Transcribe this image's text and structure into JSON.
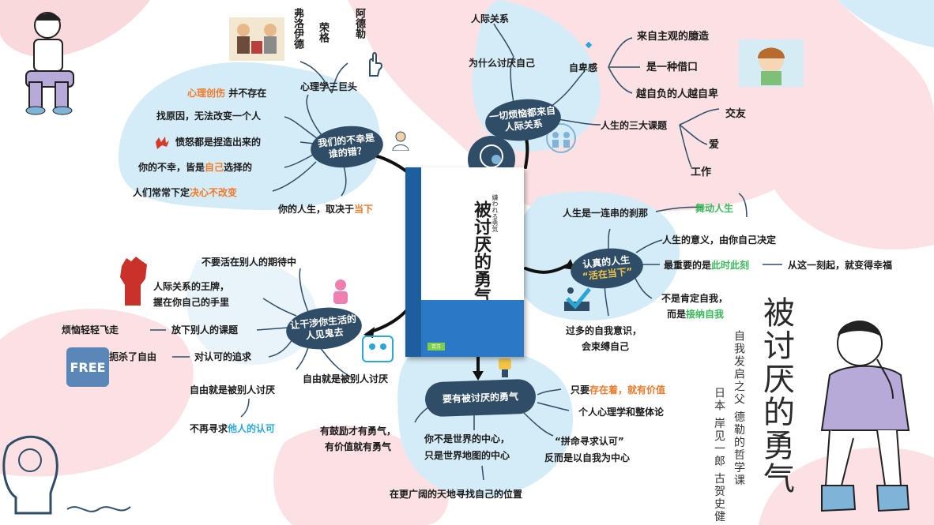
{
  "title": {
    "main": "被讨厌的勇气",
    "subtitle": "自我发启之父 德勒的哲学课",
    "authors": "日本 岸见一郎 古贺史健"
  },
  "book_cover": {
    "title_jp": "嫌われる勇気",
    "title_cn": "被讨厌的勇气",
    "badge": "百万"
  },
  "top_left": {
    "hub": "我们的不幸是谁的错？",
    "names": [
      "弗洛伊德",
      "荣格",
      "阿德勒"
    ],
    "trio": "心理学三巨头",
    "items": {
      "trauma_pre": "心理创伤",
      "trauma_post": " 并不存在",
      "cause": "找原因，无法改变一个人",
      "anger": "愤怒都是捏造出来的",
      "unhappy_pre": "你的不幸，皆是",
      "unhappy_hl": "自己",
      "unhappy_post": "选择的",
      "decide_pre": "人们常常下定",
      "decide_hl1": "决心",
      "decide_hl2": "不改变",
      "life_pre": "你的人生，取决于",
      "life_hl": "当下"
    }
  },
  "top_right": {
    "hub": "一切烦恼都来自人际关系",
    "items": {
      "rel": "人际关系",
      "why": "为什么讨厌自己",
      "inferiority": "自卑感",
      "subjective": "来自主观的臆造",
      "excuse": "是一种借口",
      "proud": "越自负的人越自卑",
      "tasks": "人生的三大课题",
      "friend": "交友",
      "love": "爱",
      "work": "工作"
    }
  },
  "mid_right": {
    "hub_line1": "认真的人生",
    "hub_line2": "“活在当下”",
    "items": {
      "chain": "人生是一连串的刹那",
      "dance": "舞动人生",
      "meaning": "人生的意义，由你自己决定",
      "most_pre": "最重要的是",
      "most_hl": "此时此刻",
      "change": "从这一刻起，就变得幸福",
      "accept_1": "不是肯定自我，",
      "accept_2_pre": "而是",
      "accept_2_hl": "接纳自我",
      "self_1": "过多的自我意识，",
      "self_2": "会束缚自己"
    }
  },
  "left": {
    "hub": "让干涉你生活的人见鬼去",
    "items": {
      "expect": "不要活在别人的期待中",
      "trump_1": "人际关系的王牌，",
      "trump_2": "握在你自己的手里",
      "worry": "烦恼轻轻飞走",
      "task": "放下别人的课题",
      "freedom_kill": "扼杀了自由",
      "approval": "对认可的追求",
      "free_hated": "自由就是被别人讨厌",
      "free_hated2": "自由就是被别人讨厌",
      "seek_pre": "不再寻求",
      "seek_hl": "他人的认可"
    },
    "free_icon": "FREE"
  },
  "bottom": {
    "hub": "要有被讨厌的勇气",
    "items": {
      "exist_pre": "只要",
      "exist_hl": "存在着，就有价值",
      "individual": "个人心理学和整体论",
      "praise_1": "有鼓励才有勇气，",
      "praise_2": "有价值就有勇气",
      "center_1": "你不是世界的中心，",
      "center_2": "只是世界地图的中心",
      "seek_1": "“拼命寻求认可”",
      "seek_2": "反而是以自我为中心",
      "place": "在更广阔的天地寻找自己的位置"
    }
  },
  "colors": {
    "hub": "#2f4d66",
    "highlight_orange": "#f07a2a",
    "highlight_green": "#3cb85a",
    "highlight_blue": "#2aa7d8",
    "blob_pink": "#f9d9dc",
    "blob_blue": "#d4ecf7"
  }
}
